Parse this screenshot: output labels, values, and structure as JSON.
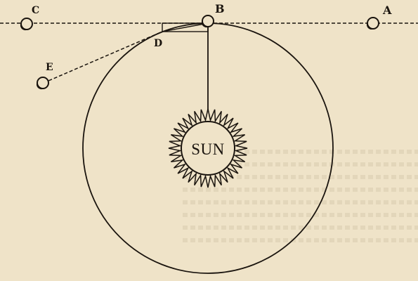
{
  "labels": {
    "a": "A",
    "b": "B",
    "c": "C",
    "d": "D",
    "e": "E",
    "sun": "SUN"
  },
  "colors": {
    "ink": "#1a140e",
    "paper": "#efe3c8"
  }
}
